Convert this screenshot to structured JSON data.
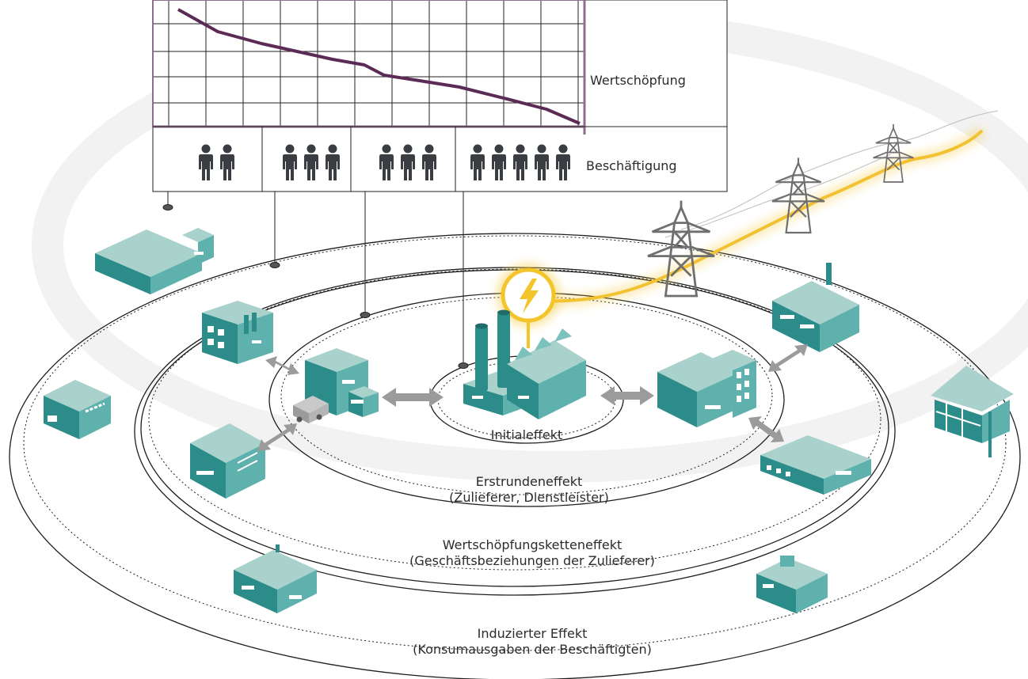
{
  "labels": {
    "value_added": "Wertschöpfung",
    "employment": "Beschäftigung",
    "initial_effect": "Initialeffekt",
    "first_round_effect": "Erstrundeneffekt",
    "first_round_sub": "(Zulieferer, Dienstleister)",
    "value_chain_effect": "Wertschöpfungsketteneffekt",
    "value_chain_sub": "(Geschäftsbeziehungen der Zulieferer)",
    "induced_effect": "Induzierter Effekt",
    "induced_sub": "(Konsumausgaben der Beschäftigten)"
  },
  "employment_groups": [
    {
      "people": 2
    },
    {
      "people": 3
    },
    {
      "people": 3
    },
    {
      "people": 5
    }
  ],
  "colors": {
    "value_line": "#5b2a55",
    "chart_frame": "#8e6f8a",
    "teal_dark": "#2b8c89",
    "teal_mid": "#5fb1ad",
    "teal_light": "#a9d2cc",
    "power_glow": "#f4c52b",
    "arrow_gray": "#9b9b9b",
    "person": "#3a3e42"
  },
  "icons": {
    "lightning": "lightning-icon",
    "person": "person-icon",
    "pylon": "power-pylon-icon"
  }
}
